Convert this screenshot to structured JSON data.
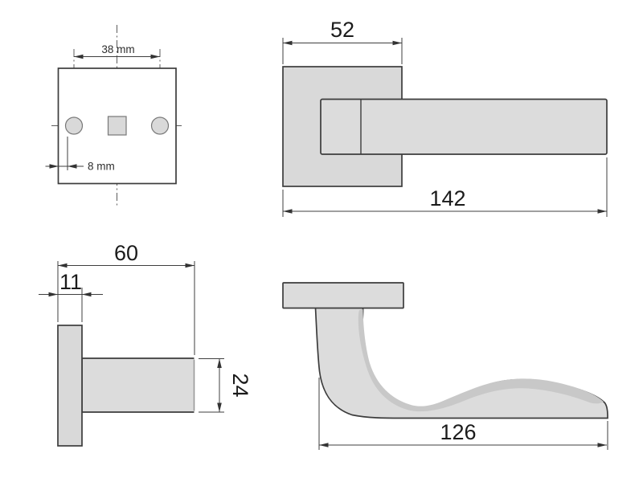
{
  "drawing": {
    "type": "technical-drawing",
    "subject": "door handle with square rosette - dimensioned views",
    "views": {
      "rosette_front": {
        "label": "rosette front view",
        "dims": {
          "hole_spacing": "38 mm",
          "edge_to_hole": "8 mm"
        }
      },
      "handle_top": {
        "label": "handle top view",
        "dims": {
          "rosette_width": "52",
          "overall_length": "142"
        }
      },
      "rosette_side": {
        "label": "rosette side view",
        "dims": {
          "projection_depth": "60",
          "rosette_thickness": "11",
          "neck_width": "24"
        }
      },
      "handle_side": {
        "label": "handle side view",
        "dims": {
          "lever_length": "126"
        }
      }
    },
    "colors": {
      "background": "#ffffff",
      "fill_light": "#d9d9d9",
      "fill_bar": "#dcdcdc",
      "fill_shade": "#c8c8c8",
      "fill_plate_front": "#ffffff",
      "outline": "#3c3c3c",
      "dim_line": "#3f3f3f",
      "centerline": "#5c5c5c",
      "text": "#1b1b1b"
    }
  }
}
